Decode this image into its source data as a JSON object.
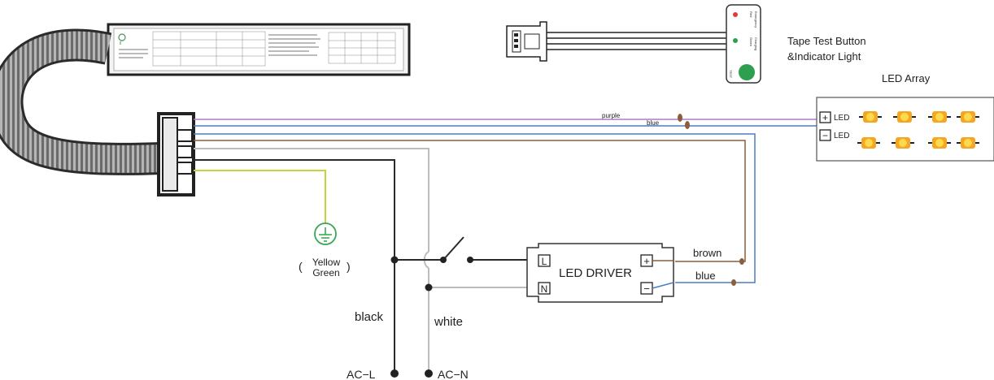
{
  "labels": {
    "tape_button": "Tape Test Button",
    "indicator": "&Indicator Light",
    "led_array": "LED Array",
    "led_plus": "LED",
    "led_minus": "LED",
    "plus_sign": "+",
    "minus_sign": "−",
    "purple": "purple",
    "blue_top": "blue",
    "brown": "brown",
    "blue_driver": "blue",
    "driver_title": "LED DRIVER",
    "driver_l": "L",
    "driver_n": "N",
    "paren_open": "(",
    "paren_close": ")",
    "yellow": "Yellow",
    "green": "Green",
    "black": "black",
    "white": "white",
    "ac_l": "AC−L",
    "ac_n": "AC−N"
  },
  "test_button": {
    "red_label": "Red",
    "green_label": "Green",
    "emergency": "Emergency",
    "charging": "Charging",
    "test": "TEST"
  },
  "colors": {
    "purple": "#b07cc6",
    "blue": "#4a7dc2",
    "brown": "#8b5e3c",
    "black": "#2a2a2a",
    "white_wire": "#bdbdbd",
    "yellow_green": "#c4d43a",
    "ground": "#3aa855",
    "led_orange": "#f5a623",
    "led_yellow": "#ffd94d"
  }
}
